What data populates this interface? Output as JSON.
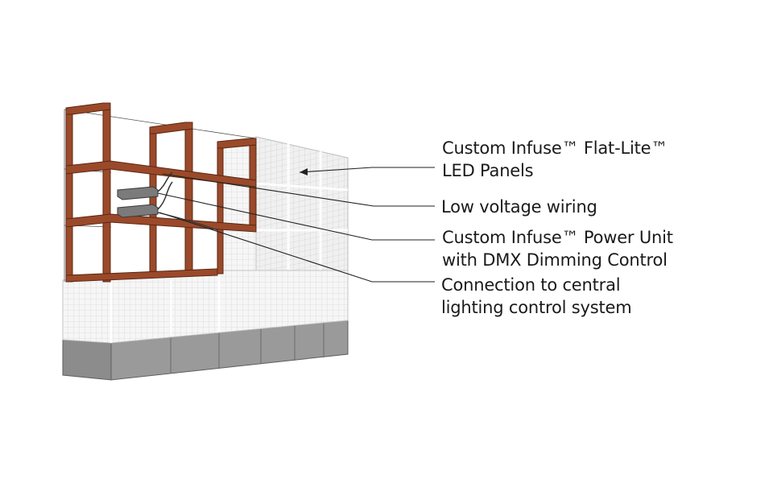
{
  "diagram": {
    "colors": {
      "frame": "#9a4a2a",
      "frame_dark": "#6e2f18",
      "panel": "#f4f4f4",
      "panel_grid": "#d6d6d6",
      "base": "#8a8a8a",
      "base_dark": "#6a6a6a",
      "leader": "#222222"
    },
    "callouts": [
      {
        "lines": [
          "Custom Infuse™ Flat-Lite™",
          "LED Panels"
        ]
      },
      {
        "lines": [
          "Low voltage wiring"
        ]
      },
      {
        "lines": [
          "Custom Infuse™ Power Unit",
          "with DMX Dimming Control"
        ]
      },
      {
        "lines": [
          "Connection to central",
          "lighting control system"
        ]
      }
    ]
  }
}
